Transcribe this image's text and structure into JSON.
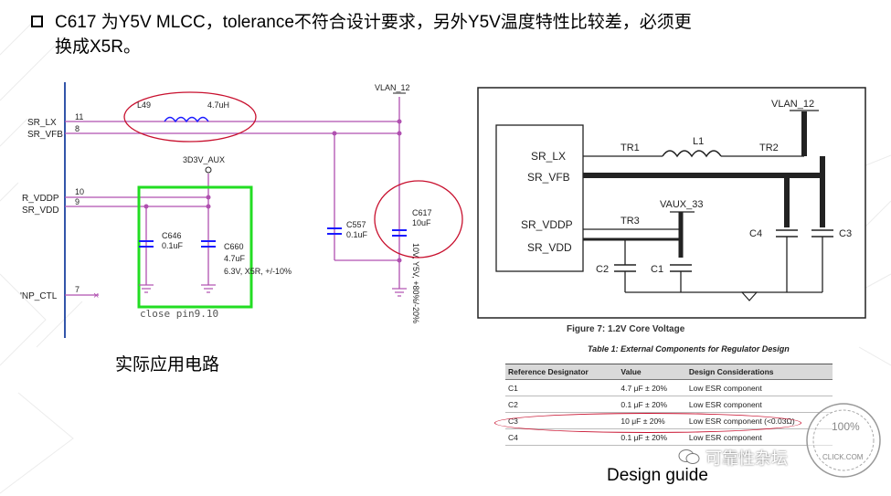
{
  "heading": {
    "bullet_icon": "hollow-square",
    "line1": "C617 为Y5V MLCC，tolerance不符合设计要求，另外Y5V温度特性比较差，必须更",
    "line2": "换成X5R。"
  },
  "left_schematic": {
    "pins": [
      {
        "label": "SR_LX",
        "num": "11"
      },
      {
        "label": "SR_VFB",
        "num": "8"
      },
      {
        "label": "R_VDDP",
        "num": "10"
      },
      {
        "label": "SR_VDD",
        "num": "9"
      },
      {
        "label": "'NP_CTL",
        "num": "7"
      }
    ],
    "inductor": {
      "ref": "L49",
      "value": "4.7uH"
    },
    "rail_top": "VLAN_12",
    "rail_aux": "3D3V_AUX",
    "caps": [
      {
        "ref": "C646",
        "value": "0.1uF"
      },
      {
        "ref": "C660",
        "value": "4.7uF",
        "note": "6.3V, X5R, +/-10%"
      },
      {
        "ref": "C557",
        "value": "0.1uF"
      },
      {
        "ref": "C617",
        "value": "10uF",
        "note": "10V, Y5V, +80%/-20%"
      }
    ],
    "close_note": "close pin9.10"
  },
  "caption_left": "实际应用电路",
  "right_diagram": {
    "pins": [
      "SR_LX",
      "SR_VFB",
      "SR_VDDP",
      "SR_VDD"
    ],
    "nets": [
      "TR1",
      "TR2",
      "TR3",
      "L1",
      "VLAN_12",
      "VAUX_33"
    ],
    "caps": [
      "C4",
      "C3",
      "C2",
      "C1"
    ],
    "figure_title": "Figure 7:  1.2V Core Voltage"
  },
  "table": {
    "title": "Table 1:  External Components for Regulator Design",
    "headers": [
      "Reference Designator",
      "Value",
      "Design Considerations"
    ],
    "rows": [
      [
        "C1",
        "4.7 μF ± 20%",
        "Low ESR component"
      ],
      [
        "C2",
        "0.1 μF ± 20%",
        "Low ESR component"
      ],
      [
        "C3",
        "10 μF ± 20%",
        "Low ESR component (<0.03Ω)"
      ],
      [
        "C4",
        "0.1 μF ± 20%",
        "Low ESR component"
      ]
    ]
  },
  "caption_right": "Design guide",
  "watermark": {
    "text": "可靠性杂坛",
    "stamp_text": "100%",
    "stamp_sub": "CLICK.COM"
  },
  "colors": {
    "wire": "#c060c0",
    "highlight_green": "#22dd22",
    "oval_red": "#c8102e",
    "cap_blue": "#1a1aff"
  }
}
